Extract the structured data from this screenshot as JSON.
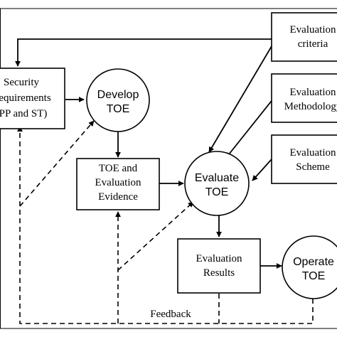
{
  "diagram": {
    "security_requirements": {
      "line1": "Security",
      "line2": "Requirements",
      "line3": "(PP and ST)"
    },
    "develop_toe": {
      "line1": "Develop",
      "line2": "TOE"
    },
    "toe_evidence": {
      "line1": "TOE and",
      "line2": "Evaluation",
      "line3": "Evidence"
    },
    "evaluate_toe": {
      "line1": "Evaluate",
      "line2": "TOE"
    },
    "evaluation_criteria": {
      "line1": "Evaluation",
      "line2": "criteria"
    },
    "evaluation_methodology": {
      "line1": "Evaluation",
      "line2": "Methodology"
    },
    "evaluation_scheme": {
      "line1": "Evaluation",
      "line2": "Scheme"
    },
    "evaluation_results": {
      "line1": "Evaluation",
      "line2": "Results"
    },
    "operate_toe": {
      "line1": "Operate",
      "line2": "TOE"
    },
    "feedback_label": "Feedback"
  }
}
